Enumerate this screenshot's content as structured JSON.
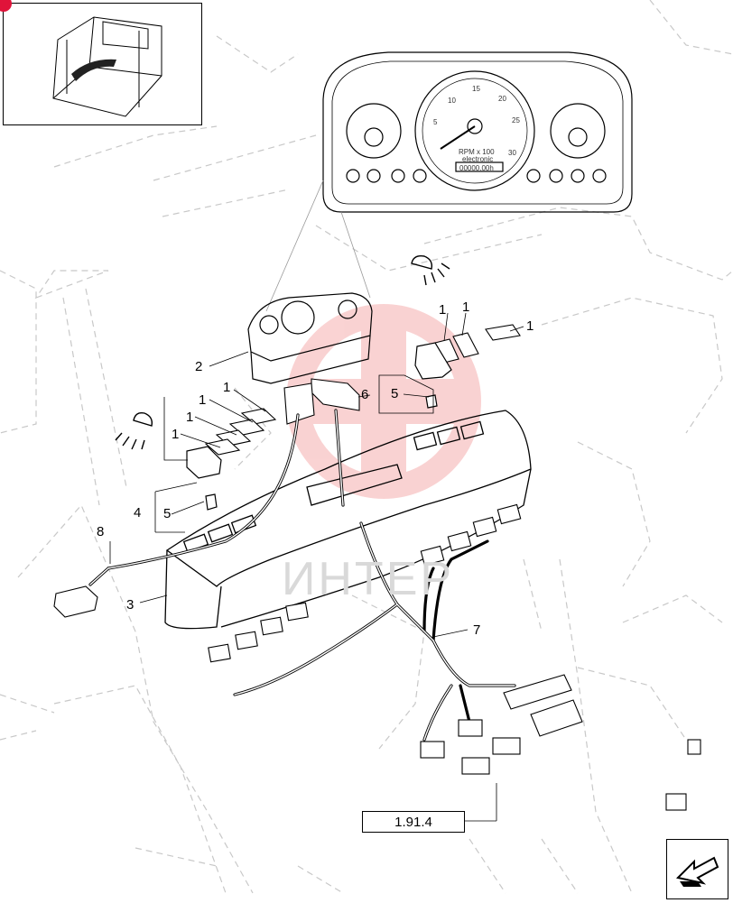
{
  "watermark": {
    "text": "ИНТЕР",
    "color": "#f5b5b5"
  },
  "cluster": {
    "rpm_label": "RPM x 100",
    "subtitle": "electronic",
    "hours_display": "00000.00h",
    "ticks": [
      "5",
      "10",
      "15",
      "20",
      "25",
      "30"
    ]
  },
  "callouts": {
    "c1a": "1",
    "c1b": "1",
    "c1c": "1",
    "c1d": "1",
    "c1e": "1",
    "c1f": "1",
    "c1g": "1",
    "c2": "2",
    "c3": "3",
    "c4": "4",
    "c5a": "5",
    "c5b": "5",
    "c6": "6",
    "c7": "7",
    "c8": "8"
  },
  "reference": {
    "label": "1.91.4"
  },
  "icons": [
    "work-light-icon-left",
    "work-light-icon-right",
    "tractor-cab-thumbnail",
    "navigation-arrow-icon"
  ],
  "colors": {
    "line": "#000000",
    "ghost": "#c8c8c8",
    "accent": "#e0133a"
  }
}
